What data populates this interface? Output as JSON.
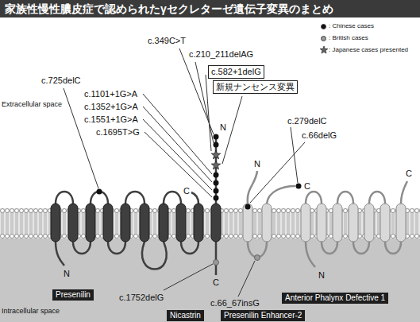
{
  "diagram": {
    "title": "家族性慢性膿皮症で認められたγセクレターゼ遺伝子変異のまとめ",
    "nodes": [
      {
        "text": [
          "c.582+1delG"
        ]
      },
      {
        "text": [
          "新規ナンセンス変異"
        ]
      },
      {
        "text": [
          "Presenilin"
        ]
      },
      {
        "text": [
          "Anterior Phalynx Defective 1"
        ]
      },
      {
        "text": [
          "Nicastrin"
        ]
      },
      {
        "text": [
          "Presenilin Enhancer-2"
        ]
      }
    ],
    "labels": [
      "c.349C>T",
      "c.210_211delAG",
      "c.725delC",
      "c.1101+1G>A",
      "Extracellular space",
      "c.1352+1G>A",
      "c.279delC",
      "c.1551+1G>A",
      "N",
      "c.1695T>G",
      "c.66delG",
      "N",
      "C",
      "C",
      "C",
      "N",
      "N",
      "C",
      "c.1752delG",
      "c.66_67insG",
      "Intracellular space"
    ],
    "legend": [
      {
        "text": ": Chinese cases",
        "color": "#111111"
      },
      {
        "text": ": British cases",
        "color": "#999999"
      },
      {
        "text": ": Japanese cases presented"
      }
    ]
  }
}
